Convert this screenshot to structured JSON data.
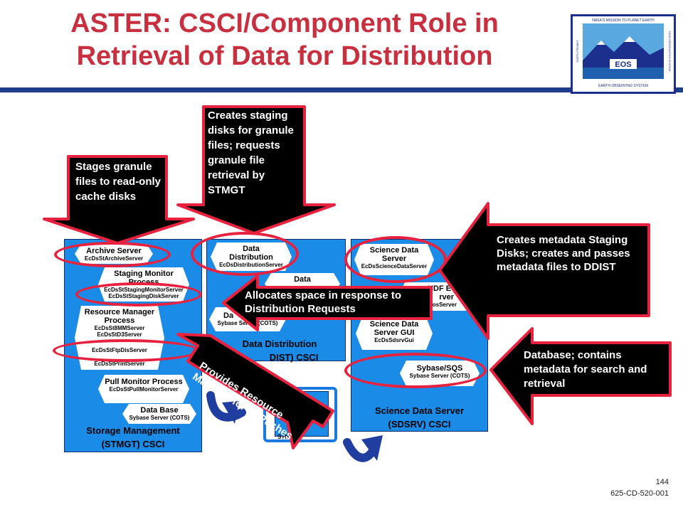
{
  "title_line1": "ASTER: CSCI/Component Role in",
  "title_line2": "Retrieval of Data for Distribution",
  "logo": {
    "top_text": "NASA'S MISSION TO PLANET EARTH",
    "side_left": "EARTH PROBES",
    "side_right": "DATA INFORMATION SYSTEM",
    "center_text": "EOS",
    "bottom_text": "EARTH OBSERVING SYSTEM",
    "colors": {
      "border": "#1d2f8c",
      "sky": "#5aa8e0",
      "mountains": "#1d2f8c",
      "water": "#2060b0"
    }
  },
  "stmgt": {
    "label_line1": "Storage Management",
    "label_line2": "(STMGT) CSCI",
    "components": {
      "archive": {
        "name": "Archive Server",
        "sub": "EcDsStArchiveServer"
      },
      "staging_monitor": {
        "name": "Staging Monitor Process",
        "sub": "EcDsStStagingMonitorServer"
      },
      "staging_disk": {
        "sub": "EcDsStStagingDiskServer"
      },
      "resource_manager": {
        "name": "Resource Manager Process",
        "sub1": "EcDsSt8MMServer",
        "sub2": "EcDsStD3Server"
      },
      "ftp": {
        "sub": "EcDsStFtpDisServer"
      },
      "print": {
        "sub": "EcDsStPrintServer"
      },
      "pull_monitor": {
        "name": "Pull Monitor Process",
        "sub": "EcDsStPullMonitorServer"
      },
      "database": {
        "name": "Data Base",
        "sub": "Sybase Server (COTS)"
      }
    }
  },
  "ddist": {
    "label_line1": "Data Distribution",
    "label_line2": "DIST) CSCI",
    "components": {
      "distribution": {
        "name": "Data Distribution",
        "sub": "EcDsDistributionServer"
      },
      "data_partial": {
        "name": "Data"
      },
      "database_partial": {
        "name": "Da",
        "sub": "Sybase Server (COTS)"
      }
    }
  },
  "sdsrv": {
    "label_line1": "Science Data Server",
    "label_line2": "(SDSRV) CSCI",
    "components": {
      "science_server": {
        "name": "Science Data Server",
        "sub": "EcDsScienceDataServer"
      },
      "hdf_eos": {
        "name_line1": "HDF EOS",
        "name_line2": "rver",
        "sub": "EosServer"
      },
      "gui": {
        "name": "Science Data Server GUI",
        "sub": "EcDsSdsrvGui"
      },
      "sybase": {
        "name": "Sybase/SQS",
        "sub": "Sybase Server (COTS)"
      }
    }
  },
  "small_box": {
    "label": "STMG"
  },
  "callouts": {
    "stages": "Stages granule files to read-only cache disks",
    "creates_staging": "Creates staging disks for granule files; requests granule file retrieval by STMGT",
    "metadata": "Creates metadata Staging Disks; creates and passes metadata files to DDIST",
    "allocates": "Allocates space in response to Distribution Requests",
    "database": "Database; contains metadata for search and retrieval",
    "provides": "Provides Resource Manager for ftpPushes"
  },
  "colors": {
    "title": "#c8303f",
    "csci_fill": "#1a8be6",
    "callout_border": "#e8213f",
    "callout_fill": "#000000",
    "rule": "#1f3e8a",
    "arrow": "#1f3ea0"
  },
  "footer": {
    "page": "144",
    "doc": "625-CD-520-001"
  }
}
